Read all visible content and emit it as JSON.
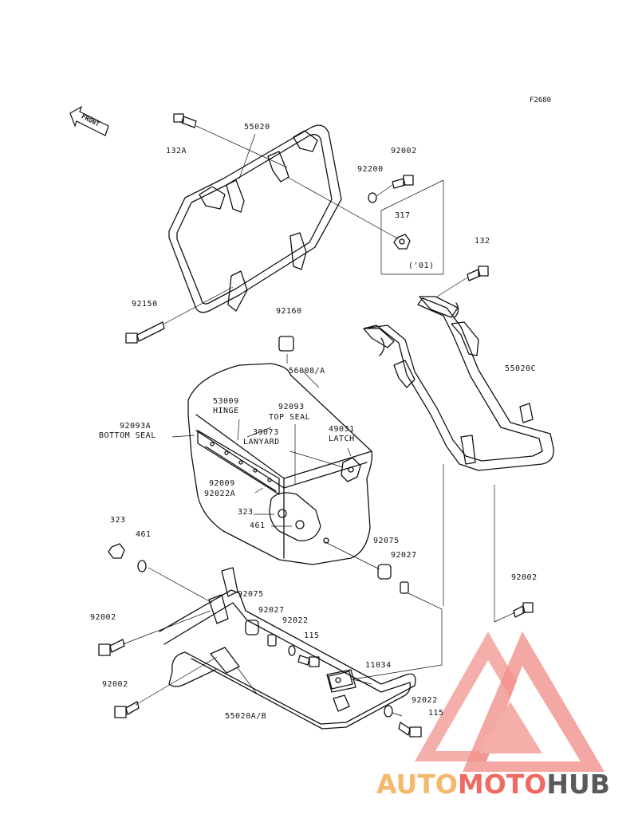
{
  "figure_code": "F2680",
  "front_arrow": {
    "label": "FRONT",
    "icon": "front-arrow-icon"
  },
  "watermark": {
    "part1": "AUTO",
    "part2": "MOTO",
    "part3": "HUB",
    "colors": {
      "auto": "#f4b96d",
      "moto": "#ee6b64",
      "hub": "#5a5a5a",
      "logo": "#f08e86"
    }
  },
  "parts": [
    {
      "id": "132a",
      "text": "132A"
    },
    {
      "id": "55020",
      "text": "55020"
    },
    {
      "id": "92002-top",
      "text": "92002"
    },
    {
      "id": "92200",
      "text": "92200"
    },
    {
      "id": "317",
      "text": "317"
    },
    {
      "id": "01",
      "text": "('01)"
    },
    {
      "id": "132",
      "text": "132"
    },
    {
      "id": "92150",
      "text": "92150"
    },
    {
      "id": "92160",
      "text": "92160"
    },
    {
      "id": "55020c",
      "text": "55020C"
    },
    {
      "id": "56008a",
      "text": "56008/A"
    },
    {
      "id": "53009",
      "text": "53009"
    },
    {
      "id": "hinge",
      "text": "HINGE"
    },
    {
      "id": "92093",
      "text": "92093"
    },
    {
      "id": "top-seal",
      "text": "TOP SEAL"
    },
    {
      "id": "92093a",
      "text": "92093A"
    },
    {
      "id": "bottom-seal",
      "text": "BOTTOM SEAL"
    },
    {
      "id": "39073",
      "text": "39073"
    },
    {
      "id": "lanyard",
      "text": "LANYARD"
    },
    {
      "id": "49031",
      "text": "49031"
    },
    {
      "id": "latch",
      "text": "LATCH"
    },
    {
      "id": "92009",
      "text": "92009"
    },
    {
      "id": "92022a",
      "text": "92022A"
    },
    {
      "id": "323-box",
      "text": "323"
    },
    {
      "id": "461-box",
      "text": "461"
    },
    {
      "id": "323",
      "text": "323"
    },
    {
      "id": "461",
      "text": "461"
    },
    {
      "id": "92075-r",
      "text": "92075"
    },
    {
      "id": "92027-r",
      "text": "92027"
    },
    {
      "id": "92002-mid",
      "text": "92002"
    },
    {
      "id": "92075-l",
      "text": "92075"
    },
    {
      "id": "92002-left",
      "text": "92002"
    },
    {
      "id": "92027-m",
      "text": "92027"
    },
    {
      "id": "92022",
      "text": "92022"
    },
    {
      "id": "115-top",
      "text": "115"
    },
    {
      "id": "11034",
      "text": "11034"
    },
    {
      "id": "92002-bot",
      "text": "92002"
    },
    {
      "id": "92022-b",
      "text": "92022"
    },
    {
      "id": "115-bot",
      "text": "115"
    },
    {
      "id": "55020ab",
      "text": "55020A/B"
    }
  ]
}
